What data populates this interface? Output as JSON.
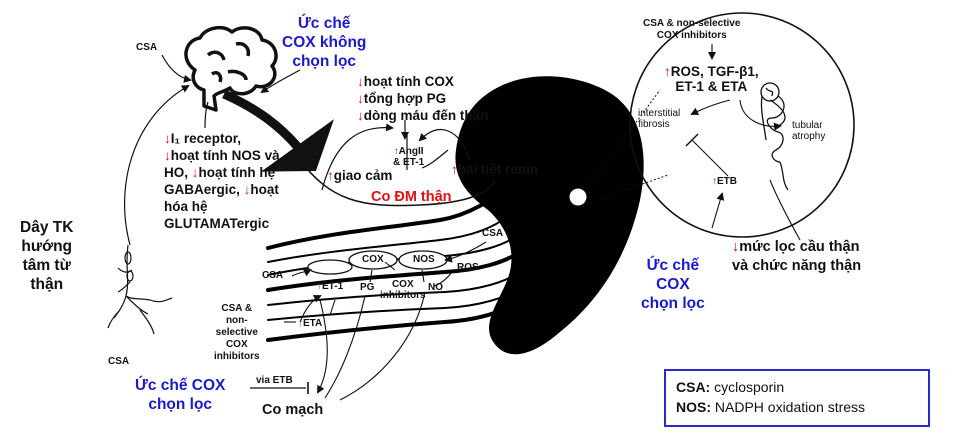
{
  "labels": {
    "csa_top": "CSA",
    "cox_nonselective_inhibit": "Ức chế\nCOX không\nchọn lọc",
    "renal_effects_1": "↓hoạt tính COX",
    "renal_effects_2": "↓tổng hợp PG",
    "renal_effects_3": "↓dòng máu đến thận",
    "neuro_list": "↓I₁ receptor,\n↓hoạt tính NOS và\nHO, ↓hoạt tính hệ\nGABAergic, ↓hoạt\nhóa hệ\nGLUTAMATergic",
    "nerve": "Dây TK\nhướng\ntâm từ\nthận",
    "csa_bottom_left": "CSA",
    "sympathetic": "↑giao cảm",
    "angii": "↑AngII\n& ET-1",
    "renin": "↑bài tiết renin",
    "renal_artery": "Co ĐM thận",
    "cox": "COX",
    "nos": "NOS",
    "et1": "↑ET-1",
    "pg": "PG",
    "cox_inhibitors": "COX\ninhibitors",
    "no": "NO",
    "ros": "ROS",
    "csa_vessel_right": "CSA",
    "csa_vessel_left": "CSA",
    "eta": "↑ETA",
    "csa_nonselective_left": "CSA &\nnon-\nselective\nCOX\ninhibitors",
    "cox_selective_left": "Ức chế COX\nchọn lọc",
    "via_etb": "via ETB",
    "vasoconstriction": "Co mạch",
    "csa_nonselective_right": "CSA & non-selective\nCOX inhibitors",
    "ros_list": "↑ROS, TGF-β1,\nET-1 & ETA",
    "interstitial_fibrosis": "interstitial\nfibrosis",
    "tubular_atrophy": "tubular\natrophy",
    "etb": "↑ETB",
    "gfr": "↓mức lọc cầu thận\nvà chức năng thận",
    "cox_selective_right": "Ức chế\nCOX\nchọn lọc"
  },
  "legend": {
    "csa_key": "CSA:",
    "csa_value": " cyclosporin",
    "nos_key": "NOS:",
    "nos_value": " NADPH oxidation stress"
  },
  "colors": {
    "blue": "#1919d2",
    "red": "#e01010",
    "black": "#111111",
    "legend_border": "#2a2acb"
  }
}
